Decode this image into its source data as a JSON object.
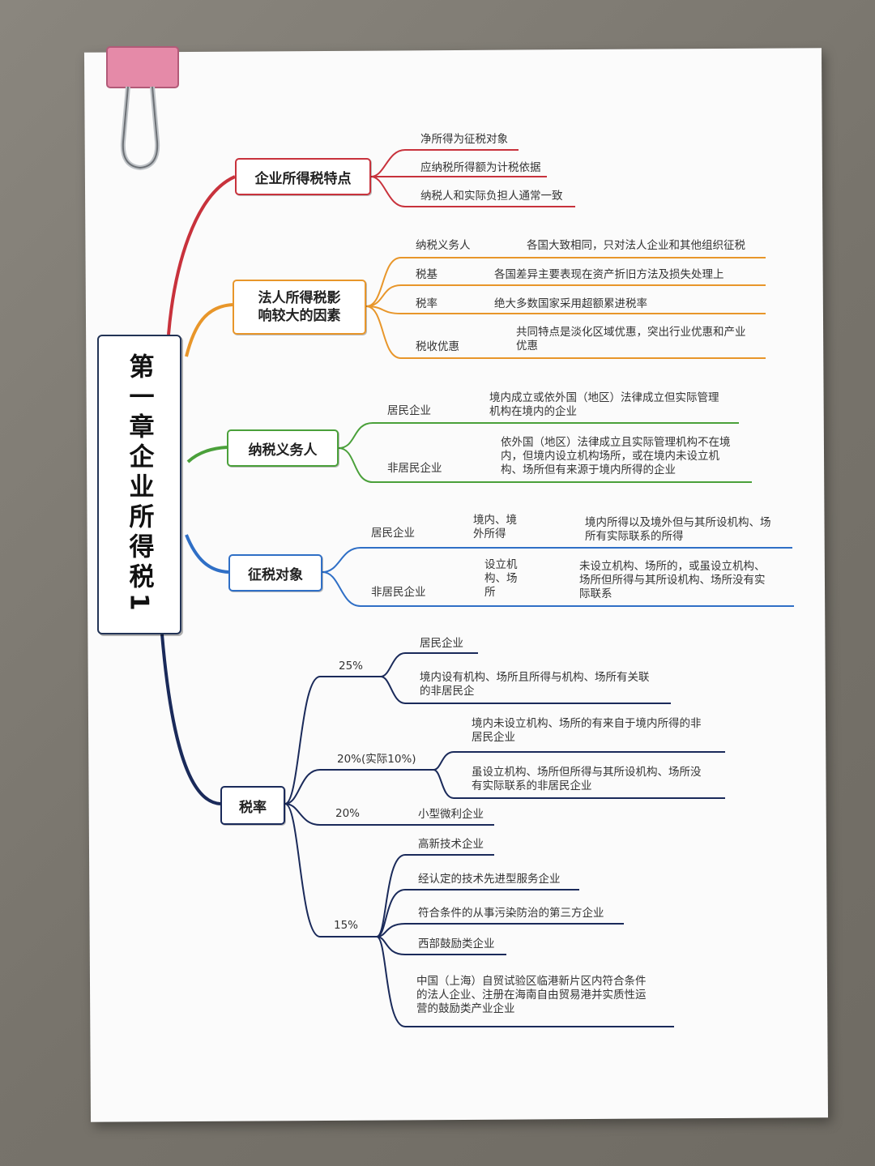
{
  "title": "第一章企业所得税1",
  "colors": {
    "red": "#c8323c",
    "orange": "#e8962a",
    "green": "#4aa03a",
    "blue": "#2f6fc6",
    "navy": "#1a2a5a"
  },
  "sections": {
    "features": {
      "label": "企业所得税特点",
      "items": [
        "净所得为征税对象",
        "应纳税所得额为计税依据",
        "纳税人和实际负担人通常一致"
      ]
    },
    "factors": {
      "label": "法人所得税影\n响较大的因素",
      "rows": [
        {
          "k": "纳税义务人",
          "v": "各国大致相同，只对法人企业和其他组织征税"
        },
        {
          "k": "税基",
          "v": "各国差异主要表现在资产折旧方法及损失处理上"
        },
        {
          "k": "税率",
          "v": "绝大多数国家采用超额累进税率"
        },
        {
          "k": "税收优惠",
          "v": "共同特点是淡化区域优惠，突出行业优惠和产业\n优惠"
        }
      ]
    },
    "taxpayer": {
      "label": "纳税义务人",
      "rows": [
        {
          "k": "居民企业",
          "v": "境内成立或依外国（地区）法律成立但实际管理\n机构在境内的企业"
        },
        {
          "k": "非居民企业",
          "v": "依外国（地区）法律成立且实际管理机构不在境\n内，但境内设立机构场所，或在境内未设立机\n构、场所但有来源于境内所得的企业"
        }
      ]
    },
    "object": {
      "label": "征税对象",
      "rows": [
        {
          "k": "居民企业",
          "m": "境内、境\n外所得",
          "v": "境内所得以及境外但与其所设机构、场\n所有实际联系的所得"
        },
        {
          "k": "非居民企业",
          "m": "设立机\n构、场\n所",
          "v": "未设立机构、场所的，或虽设立机构、\n场所但所得与其所设机构、场所没有实\n际联系"
        }
      ]
    },
    "rate": {
      "label": "税率",
      "groups": [
        {
          "rate": "25%",
          "items": [
            "居民企业",
            "境内设有机构、场所且所得与机构、场所有关联\n的非居民企"
          ]
        },
        {
          "rate": "20%(实际10%)",
          "items": [
            "境内未设立机构、场所的有来自于境内所得的非\n居民企业",
            "虽设立机构、场所但所得与其所设机构、场所没\n有实际联系的非居民企业"
          ]
        },
        {
          "rate": "20%",
          "items": [
            "小型微利企业"
          ]
        },
        {
          "rate": "15%",
          "items": [
            "高新技术企业",
            "经认定的技术先进型服务企业",
            "符合条件的从事污染防治的第三方企业",
            "西部鼓励类企业",
            "中国（上海）自贸试验区临港新片区内符合条件\n的法人企业、注册在海南自由贸易港并实质性运\n营的鼓励类产业企业"
          ]
        }
      ]
    }
  }
}
